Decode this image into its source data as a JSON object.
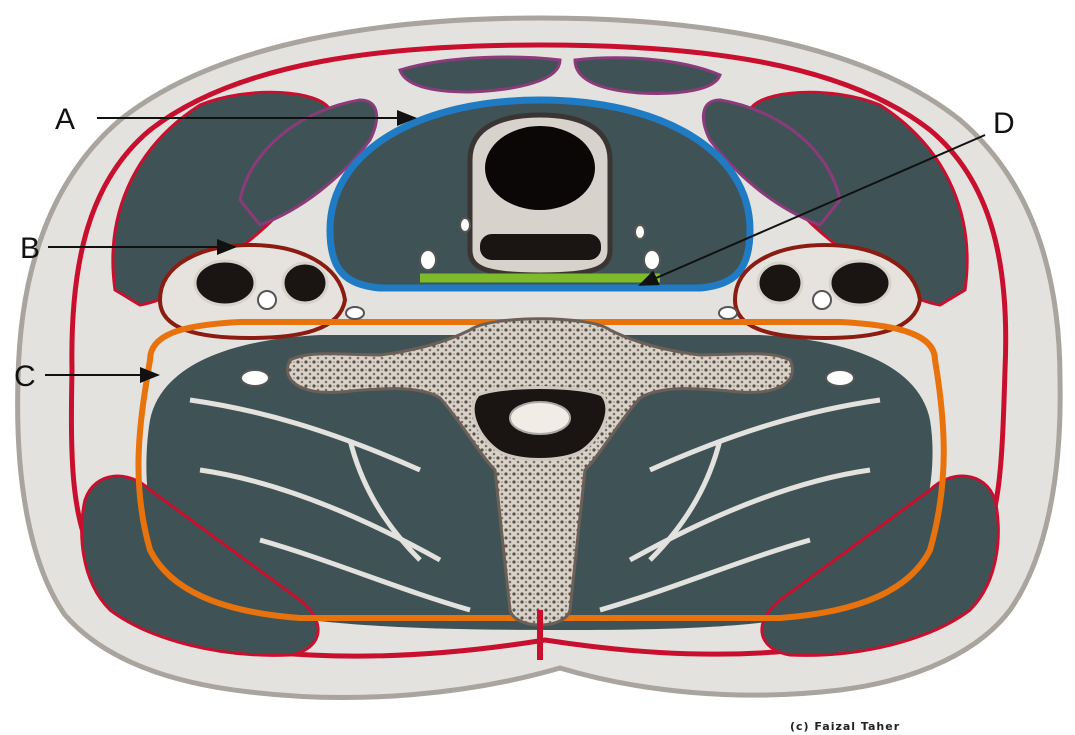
{
  "labels": {
    "a": "A",
    "b": "B",
    "c": "C",
    "d": "D"
  },
  "credit": "(c) Faizal Taher",
  "colors": {
    "skin": "#e8e6e3",
    "skin_edge": "#b7b3ad",
    "muscle": "#3f5356",
    "fascia_red": "#c8102e",
    "fascia_blue": "#1f7cc4",
    "fascia_green": "#7dbb2a",
    "fascia_orange": "#e8730c",
    "fascia_purple": "#8b3a7a",
    "bone": "#cfc8c0",
    "dark": "#151010"
  }
}
